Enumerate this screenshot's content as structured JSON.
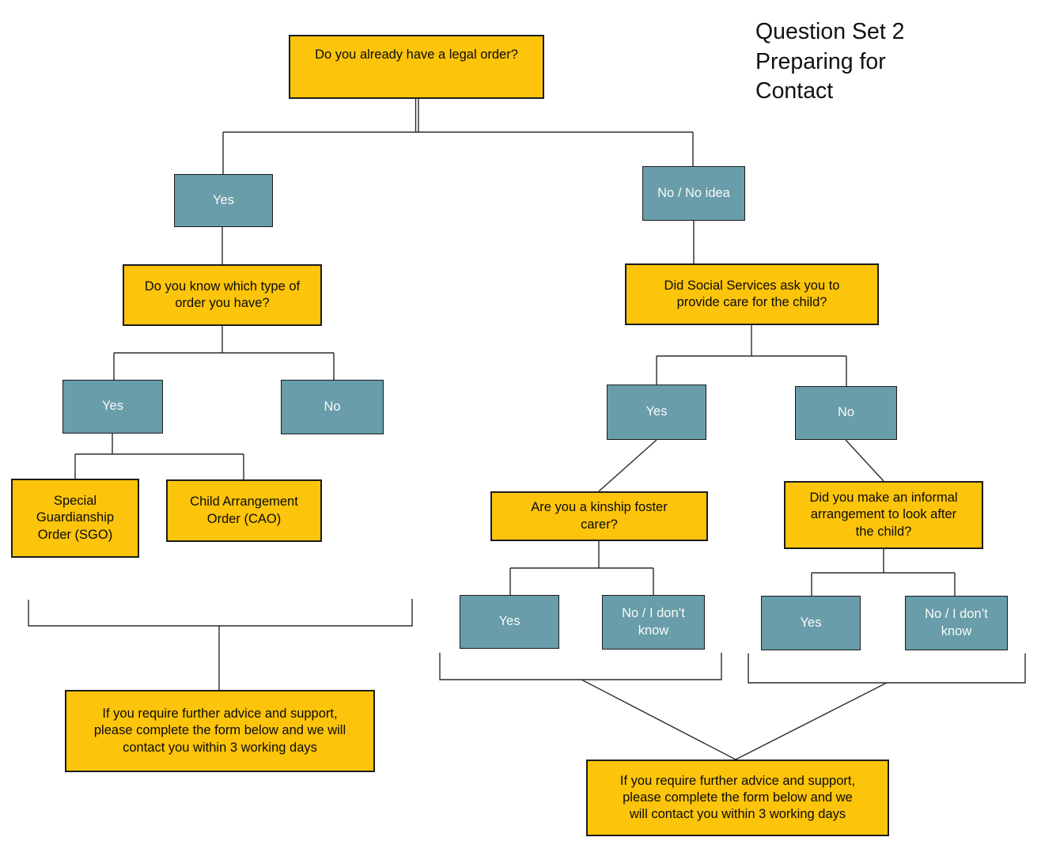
{
  "title": {
    "text": "Question Set 2\nPreparing for\nContact"
  },
  "colors": {
    "question_fill": "#FCC40A",
    "decision_fill": "#689DA9",
    "box_border": "#1C1C1C",
    "connector_line": "#2B2B2B",
    "question_text": "#0C0C0C",
    "decision_text": "#FAFAFA",
    "background": "#FFFFFF"
  },
  "flowchart": {
    "nodes": {
      "q_legal": "Do you already have a legal order?",
      "yes_1": "Yes",
      "no_idea_1": "No / No idea",
      "q_order_type": "Do you know which type of\norder you have?",
      "q_social_services": "Did Social Services ask you to\nprovide care for the child?",
      "yes_2_left": "Yes",
      "no_2_left": "No",
      "sgo": "Special\nGuardianship\nOrder (SGO)",
      "cao": "Child Arrangement\nOrder (CAO)",
      "advice_left": "If you require further advice and support,\nplease complete the form below and we will\ncontact you within 3 working days",
      "yes_2_right": "Yes",
      "no_2_right": "No",
      "q_kinship": "Are you a kinship foster\ncarer?",
      "q_informal": "Did you make an informal\narrangement to look after\nthe child?",
      "yes_3_left": "Yes",
      "no_dk_3_left": "No / I don’t\nknow",
      "yes_3_right": "Yes",
      "no_dk_3_right": "No / I don’t\nknow",
      "advice_bottom": "If you require further advice and support,\nplease complete the form below and we\nwill contact you within 3 working days"
    }
  }
}
